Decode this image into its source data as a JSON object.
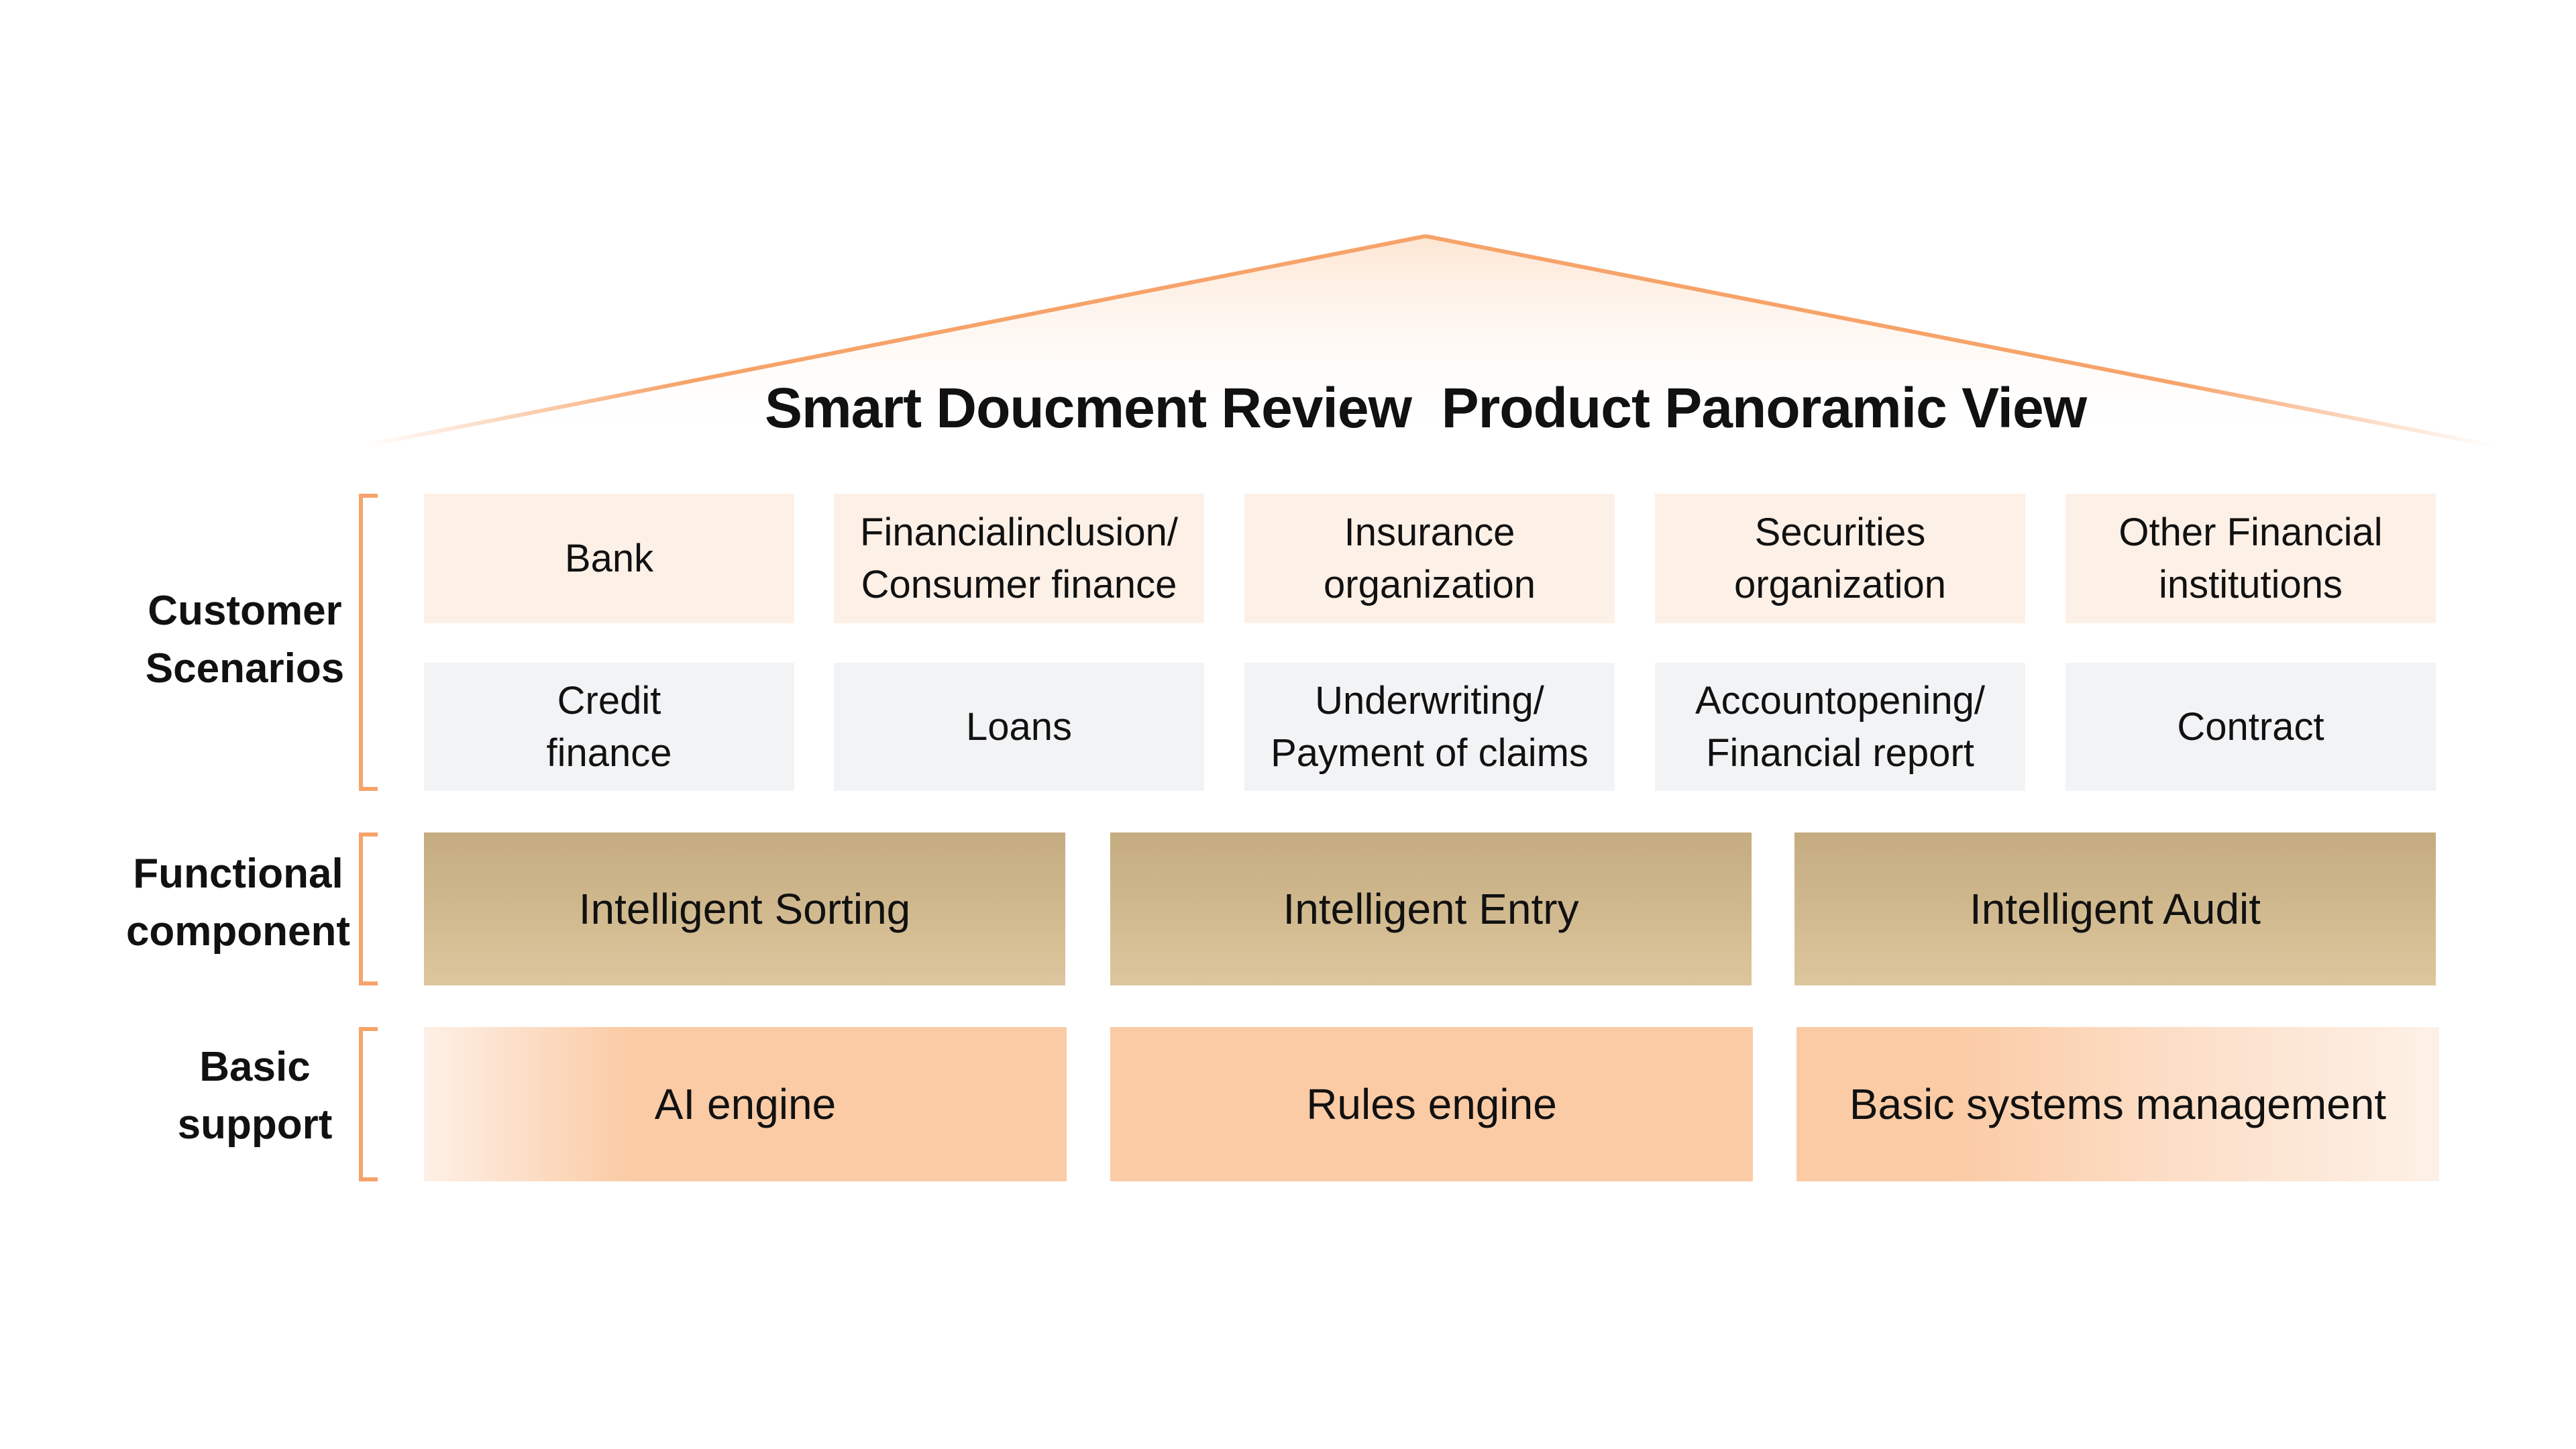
{
  "title": "Smart Doucment Review  Product Panoramic View",
  "layers": {
    "customer_scenarios": {
      "label": "Customer\nScenarios",
      "institutions": [
        "Bank",
        "Financialinclusion/\nConsumer finance",
        "Insurance\norganization",
        "Securities\norganization",
        "Other Financial\ninstitutions"
      ],
      "scenarios": [
        "Credit\nfinance",
        "Loans",
        "Underwriting/\nPayment of claims",
        "Accountopening/\nFinancial report",
        "Contract"
      ]
    },
    "functional_component": {
      "label": "Functional\ncomponent",
      "items": [
        "Intelligent Sorting",
        "Intelligent Entry",
        "Intelligent Audit"
      ]
    },
    "basic_support": {
      "label": "Basic\nsupport",
      "items": [
        "AI engine",
        "Rules engine",
        "Basic systems management"
      ]
    }
  },
  "colors": {
    "accent": "#f6a36a",
    "institution_bg": "#fdf0e7",
    "scenario_bg": "#f2f3f5",
    "functional_top": "#c4ab80",
    "functional_bottom": "#ddc69d",
    "basic_bg": "#fbcba5"
  }
}
